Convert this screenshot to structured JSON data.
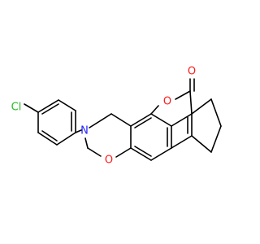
{
  "molecule": {
    "atoms": {
      "cl": {
        "label": "Cl",
        "color": "#1fbf1f"
      },
      "n": {
        "label": "N",
        "color": "#2020ff"
      },
      "o_ring": {
        "label": "O",
        "color": "#ff1a1a"
      },
      "o_lactone": {
        "label": "O",
        "color": "#ff1a1a"
      },
      "o_carbonyl": {
        "label": "O",
        "color": "#ff1a1a"
      }
    },
    "bond_color": "#000000"
  }
}
